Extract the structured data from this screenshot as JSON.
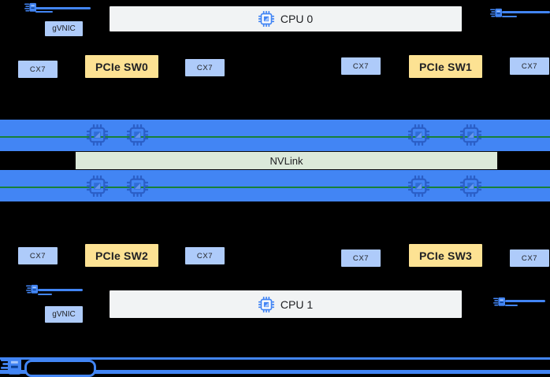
{
  "colors": {
    "background": "#000000",
    "band_blue": "#4285f4",
    "gpu_blue": "#2b5fc7",
    "light_blue": "#aecbfa",
    "yellow": "#fde293",
    "cpu_gray": "#f1f3f4",
    "nvlink_green": "#dbe9da",
    "rail_green": "#188038",
    "text_dark": "#202124"
  },
  "labels": {
    "cpu0": "CPU 0",
    "cpu1": "CPU 1",
    "gvnic_top": "gVNIC",
    "gvnic_bottom": "gVNIC",
    "nvlink": "NVLink",
    "pcie_sw": [
      "PCIe SW0",
      "PCIe SW1",
      "PCIe SW2",
      "PCIe SW3"
    ],
    "cx7_top": [
      "CX7",
      "CX7",
      "CX7",
      "CX7"
    ],
    "cx7_bottom": [
      "CX7",
      "CX7",
      "CX7",
      "CX7"
    ]
  },
  "icons": {
    "cpu": "cpu-chip-icon",
    "gpu": "gpu-chip-icon",
    "nic": "nic-icon"
  }
}
